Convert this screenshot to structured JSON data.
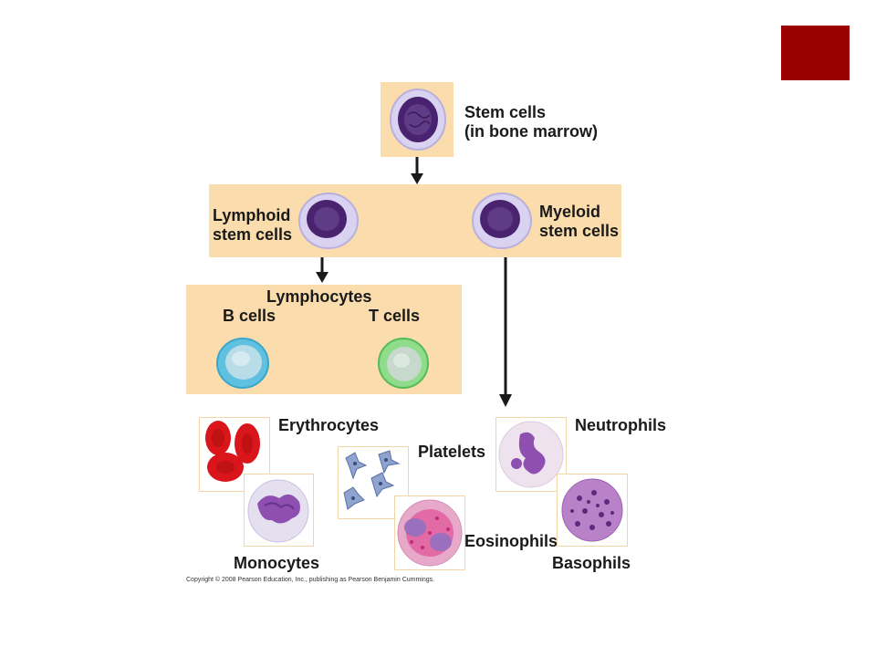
{
  "colors": {
    "accent": "#9b0000",
    "panel": "#fbdcac",
    "arrow": "#1a1a1a",
    "stem_nucleus": "#4a2370",
    "stem_cytoplasm": "#d9d2f0",
    "b_cell": "#7fcde8",
    "t_cell": "#9fdc9c",
    "erythrocyte": "#d8161b",
    "stain": "#8e4fb0"
  },
  "labels": {
    "stem": [
      "Stem cells",
      "(in bone marrow)"
    ],
    "lymphoid": [
      "Lymphoid",
      "stem cells"
    ],
    "myeloid": [
      "Myeloid",
      "stem cells"
    ],
    "lymphocytes": "Lymphocytes",
    "b_cells": "B cells",
    "t_cells": "T cells",
    "erythrocytes": "Erythrocytes",
    "platelets": "Platelets",
    "neutrophils": "Neutrophils",
    "monocytes": "Monocytes",
    "eosinophils": "Eosinophils",
    "basophils": "Basophils"
  },
  "copyright": "Copyright © 2008 Pearson Education, Inc., publishing as Pearson Benjamin Cummings."
}
